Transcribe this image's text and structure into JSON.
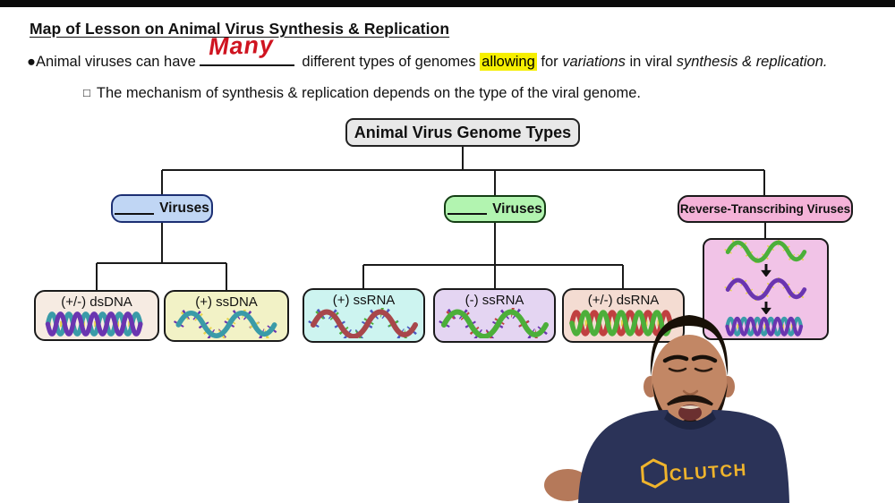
{
  "title": "Map of Lesson on Animal Virus Synthesis & Replication",
  "bullet": {
    "glyph": "●",
    "pre": "Animal viruses can have",
    "blank_answer": "Many",
    "mid1": "different types of genomes",
    "highlight_word": "allowing",
    "mid2": "for",
    "italic1": "variations",
    "mid3": "in viral",
    "italic2": "synthesis & replication."
  },
  "sub_bullet": {
    "glyph": "□",
    "text": "The mechanism of synthesis & replication depends on the type of the viral genome."
  },
  "diagram": {
    "root_label": "Animal Virus Genome Types",
    "branches": [
      {
        "label": "Viruses",
        "has_blank": true,
        "fill": "#c0d6f4"
      },
      {
        "label": "Viruses",
        "has_blank": true,
        "fill": "#b2f4b0"
      },
      {
        "label": "Reverse-Transcribing Viruses",
        "has_blank": false,
        "fill": "#f4b2d8"
      }
    ],
    "genomes": [
      {
        "label": "(+/-) dsDNA",
        "fill": "#f6ebe2",
        "strand": "double-helix-teal-purple"
      },
      {
        "label": "(+) ssDNA",
        "fill": "#f2f2c6",
        "strand": "single-strand-teal"
      },
      {
        "label": "(+) ssRNA",
        "fill": "#cdf4f0",
        "strand": "single-strand-maroon"
      },
      {
        "label": "(-) ssRNA",
        "fill": "#e4d5f2",
        "strand": "single-strand-green"
      },
      {
        "label": "(+/-) dsRNA",
        "fill": "#f4dcd2",
        "strand": "double-helix-red-green"
      }
    ],
    "reverse_pathway": [
      "ssRNA (green strand)",
      "ssDNA (purple strand)",
      "dsDNA (double helix)"
    ]
  },
  "presenter": {
    "shirt_text": "CLUTCH"
  },
  "colors": {
    "highlight": "#f6ef00",
    "handwriting_red": "#cf1420",
    "root_fill": "#e8e8e8",
    "reverse_container_fill": "#f1c3e7",
    "shirt_navy": "#2b3358",
    "shirt_gold": "#efb42c",
    "connector": "#1a1a1a"
  }
}
